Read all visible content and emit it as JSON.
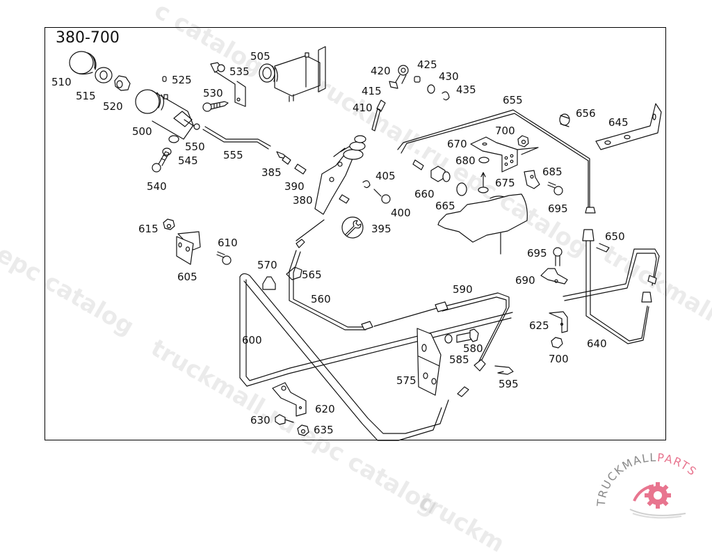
{
  "diagram": {
    "title": "380-700",
    "callouts": [
      {
        "id": "510",
        "label": "510"
      },
      {
        "id": "515",
        "label": "515"
      },
      {
        "id": "520",
        "label": "520"
      },
      {
        "id": "525",
        "label": "525"
      },
      {
        "id": "500",
        "label": "500"
      },
      {
        "id": "505",
        "label": "505"
      },
      {
        "id": "535",
        "label": "535"
      },
      {
        "id": "530",
        "label": "530"
      },
      {
        "id": "550",
        "label": "550"
      },
      {
        "id": "545",
        "label": "545"
      },
      {
        "id": "540",
        "label": "540"
      },
      {
        "id": "555",
        "label": "555"
      },
      {
        "id": "385",
        "label": "385"
      },
      {
        "id": "390",
        "label": "390"
      },
      {
        "id": "380",
        "label": "380"
      },
      {
        "id": "420",
        "label": "420"
      },
      {
        "id": "425",
        "label": "425"
      },
      {
        "id": "430",
        "label": "430"
      },
      {
        "id": "435",
        "label": "435"
      },
      {
        "id": "415",
        "label": "415"
      },
      {
        "id": "410",
        "label": "410"
      },
      {
        "id": "405",
        "label": "405"
      },
      {
        "id": "400",
        "label": "400"
      },
      {
        "id": "395",
        "label": "395"
      },
      {
        "id": "655",
        "label": "655"
      },
      {
        "id": "656",
        "label": "656"
      },
      {
        "id": "645",
        "label": "645"
      },
      {
        "id": "700a",
        "label": "700"
      },
      {
        "id": "670",
        "label": "670"
      },
      {
        "id": "680",
        "label": "680"
      },
      {
        "id": "685",
        "label": "685"
      },
      {
        "id": "675",
        "label": "675"
      },
      {
        "id": "660",
        "label": "660"
      },
      {
        "id": "665",
        "label": "665"
      },
      {
        "id": "695a",
        "label": "695"
      },
      {
        "id": "650",
        "label": "650"
      },
      {
        "id": "695b",
        "label": "695"
      },
      {
        "id": "690",
        "label": "690"
      },
      {
        "id": "615",
        "label": "615"
      },
      {
        "id": "610",
        "label": "610"
      },
      {
        "id": "605",
        "label": "605"
      },
      {
        "id": "570",
        "label": "570"
      },
      {
        "id": "565",
        "label": "565"
      },
      {
        "id": "560",
        "label": "560"
      },
      {
        "id": "590",
        "label": "590"
      },
      {
        "id": "600",
        "label": "600"
      },
      {
        "id": "625",
        "label": "625"
      },
      {
        "id": "700b",
        "label": "700"
      },
      {
        "id": "640",
        "label": "640"
      },
      {
        "id": "580",
        "label": "580"
      },
      {
        "id": "585",
        "label": "585"
      },
      {
        "id": "575",
        "label": "575"
      },
      {
        "id": "595",
        "label": "595"
      },
      {
        "id": "620",
        "label": "620"
      },
      {
        "id": "630",
        "label": "630"
      },
      {
        "id": "635",
        "label": "635"
      }
    ]
  },
  "watermarks": [
    "truckmall.ru epc catalog",
    "epc catalog",
    "truckmall.ru epc catalog",
    "truckmall.ru epc catalog",
    "c catalog",
    "truckm"
  ],
  "logo": {
    "text_gray": "TRUCKMALL",
    "text_pink": "PARTS",
    "colors": {
      "gray": "#8a8a8a",
      "pink": "#e8758f"
    }
  }
}
